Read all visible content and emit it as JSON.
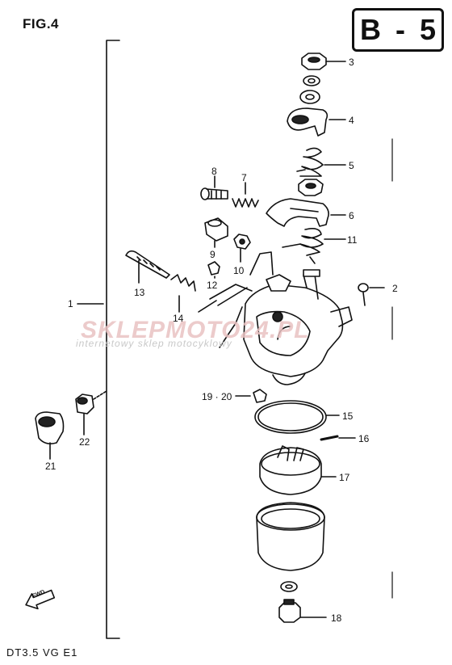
{
  "header": {
    "fig_label": "FIG.4",
    "code": "B - 5"
  },
  "footer": {
    "model": "DT3.5 VG E1"
  },
  "watermark": {
    "brand": "SKLEPMOTO24.PL",
    "tagline": "internetowy sklep motocyklowy"
  },
  "direction_label": "FWD",
  "callouts": [
    {
      "id": "1",
      "text": "1"
    },
    {
      "id": "2",
      "text": "2"
    },
    {
      "id": "3",
      "text": "3"
    },
    {
      "id": "4",
      "text": "4"
    },
    {
      "id": "5",
      "text": "5"
    },
    {
      "id": "6",
      "text": "6"
    },
    {
      "id": "7",
      "text": "7"
    },
    {
      "id": "8",
      "text": "8"
    },
    {
      "id": "9",
      "text": "9"
    },
    {
      "id": "10",
      "text": "10"
    },
    {
      "id": "11",
      "text": "11"
    },
    {
      "id": "12",
      "text": "12"
    },
    {
      "id": "13",
      "text": "13"
    },
    {
      "id": "14",
      "text": "14"
    },
    {
      "id": "15",
      "text": "15"
    },
    {
      "id": "16",
      "text": "16"
    },
    {
      "id": "17",
      "text": "17"
    },
    {
      "id": "18",
      "text": "18"
    },
    {
      "id": "19-20",
      "text": "19 · 20"
    },
    {
      "id": "21",
      "text": "21"
    },
    {
      "id": "22",
      "text": "22"
    }
  ]
}
